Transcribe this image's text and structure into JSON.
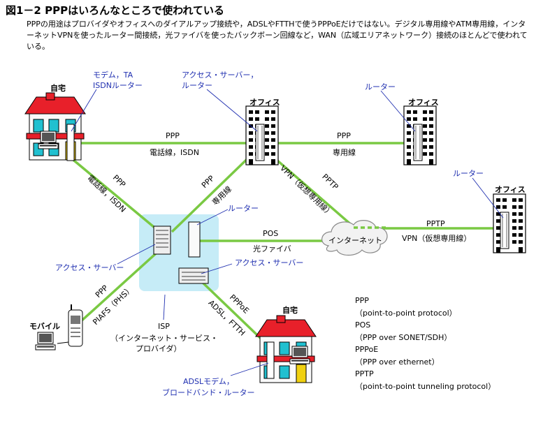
{
  "title": "図1－2 PPPはいろんなところで使われている",
  "description": "PPPの用途はプロバイダやオフィスへのダイアルアップ接続や，ADSLやFTTHで使うPPPoEだけではない。デジタル専用線やATM専用線，インターネットVPNを使ったルーター間接続，光ファイバを使ったバックボーン回線など，WAN（広域エリアネットワーク）接続のほとんどで使われている。",
  "sites": {
    "home_top": "自宅",
    "office_center": "オフィス",
    "office_right": "オフィス",
    "office_far": "オフィス",
    "mobile": "モバイル",
    "home_bottom": "自宅"
  },
  "callouts": {
    "modem_ta_line1": "モデム，TA",
    "modem_ta_line2": "ISDNルーター",
    "access_server_office_line1": "アクセス・サーバー，",
    "access_server_office_line2": "ルーター",
    "router_office_right": "ルーター",
    "router_office_far": "ルーター",
    "router_isp": "ルーター",
    "access_server_left": "アクセス・サーバー",
    "access_server_right": "アクセス・サーバー",
    "adsl_modem_line1": "ADSLモデム，",
    "adsl_modem_line2": "ブロードバンド・ルーター"
  },
  "links": {
    "top_ppp_left": "PPP",
    "top_medium_left": "電話線，ISDN",
    "top_ppp_right": "PPP",
    "top_medium_right": "専用線",
    "home_isp_proto": "PPP",
    "home_isp_medium": "電話線，ISDN",
    "office_isp_proto": "PPP",
    "office_isp_medium": "専用線",
    "vpn_proto": "PPTP",
    "vpn_medium": "VPN（仮想専用線）",
    "pos_proto": "POS",
    "pos_medium": "光ファイバ",
    "internet": "インターネット",
    "far_proto": "PPTP",
    "far_medium": "VPN（仮想専用線）",
    "mobile_proto": "PPP",
    "mobile_medium": "PIAFS（PHS）",
    "adsl_proto": "PPPoE",
    "adsl_medium": "ADSL，FTTH"
  },
  "isp_label": {
    "line1": "ISP",
    "line2": "（インターネット・サービス・",
    "line3": "プロバイダ）"
  },
  "legend": [
    "PPP",
    "（point-to-point protocol）",
    "POS",
    "（PPP over SONET/SDH）",
    "PPPoE",
    "（PPP over ethernet）",
    "PPTP",
    "（point-to-point tunneling protocol）"
  ],
  "colors": {
    "link_green": "#7ac943",
    "isp_area": "#c6ecf7",
    "callout_blue": "#1f2fb0",
    "roof_red": "#e8202a",
    "window_cyan": "#20c0d0",
    "door_yellow": "#f0d010",
    "wall": "#fafafa"
  }
}
